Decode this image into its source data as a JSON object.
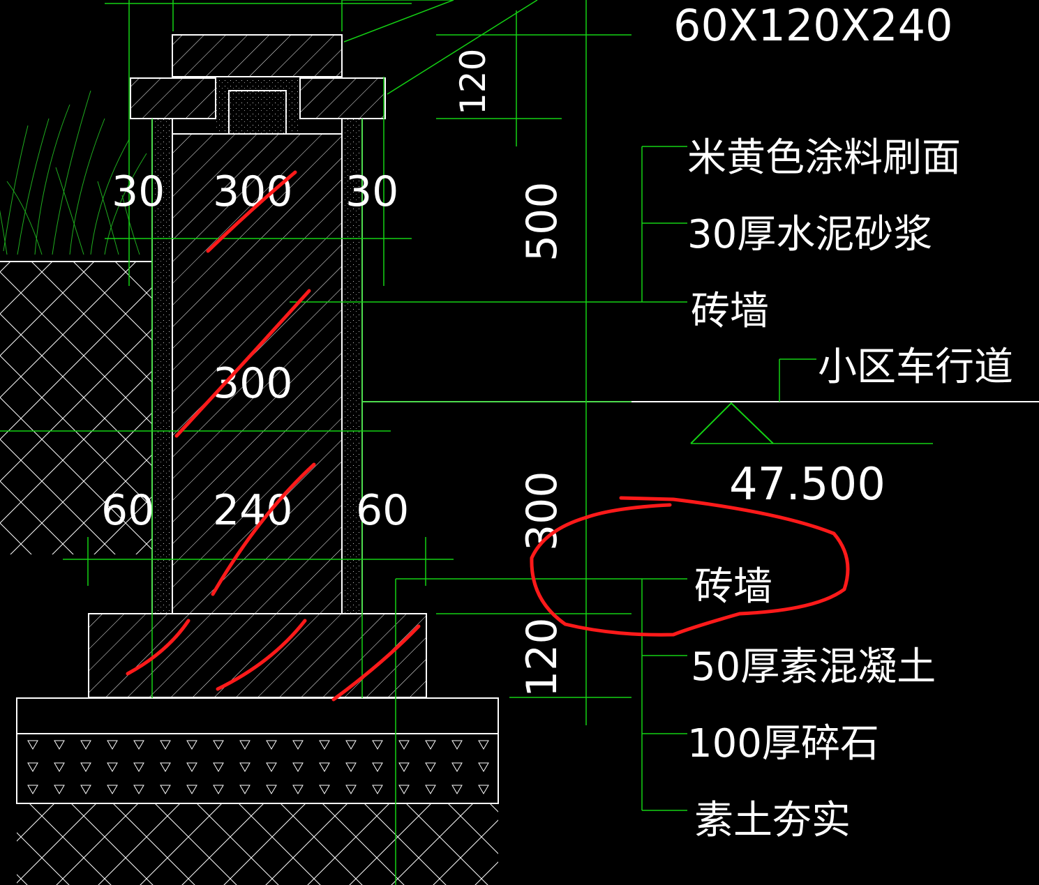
{
  "top_spec": "60X120X240",
  "dimensions": {
    "cap_height": "120",
    "wall_width": "300",
    "mortar_left": "30",
    "mortar_right": "30",
    "wall_upper_height": "500",
    "wall_mid_width": "300",
    "footing_offset_left": "60",
    "footing_wall_width": "240",
    "footing_offset_right": "60",
    "wall_lower_height": "300",
    "footing_height": "120"
  },
  "upper_callouts": [
    "米黄色涂料刷面",
    "30厚水泥砂浆",
    "砖墙"
  ],
  "road_label": "小区车行道",
  "elevation": "47.500",
  "lower_callouts": [
    "砖墙",
    "50厚素混凝土",
    "100厚碎石",
    "素土夯实"
  ],
  "colors": {
    "background": "#000000",
    "outline": "#ffffff",
    "leader": "#00ff00",
    "markup": "#ff0000"
  }
}
